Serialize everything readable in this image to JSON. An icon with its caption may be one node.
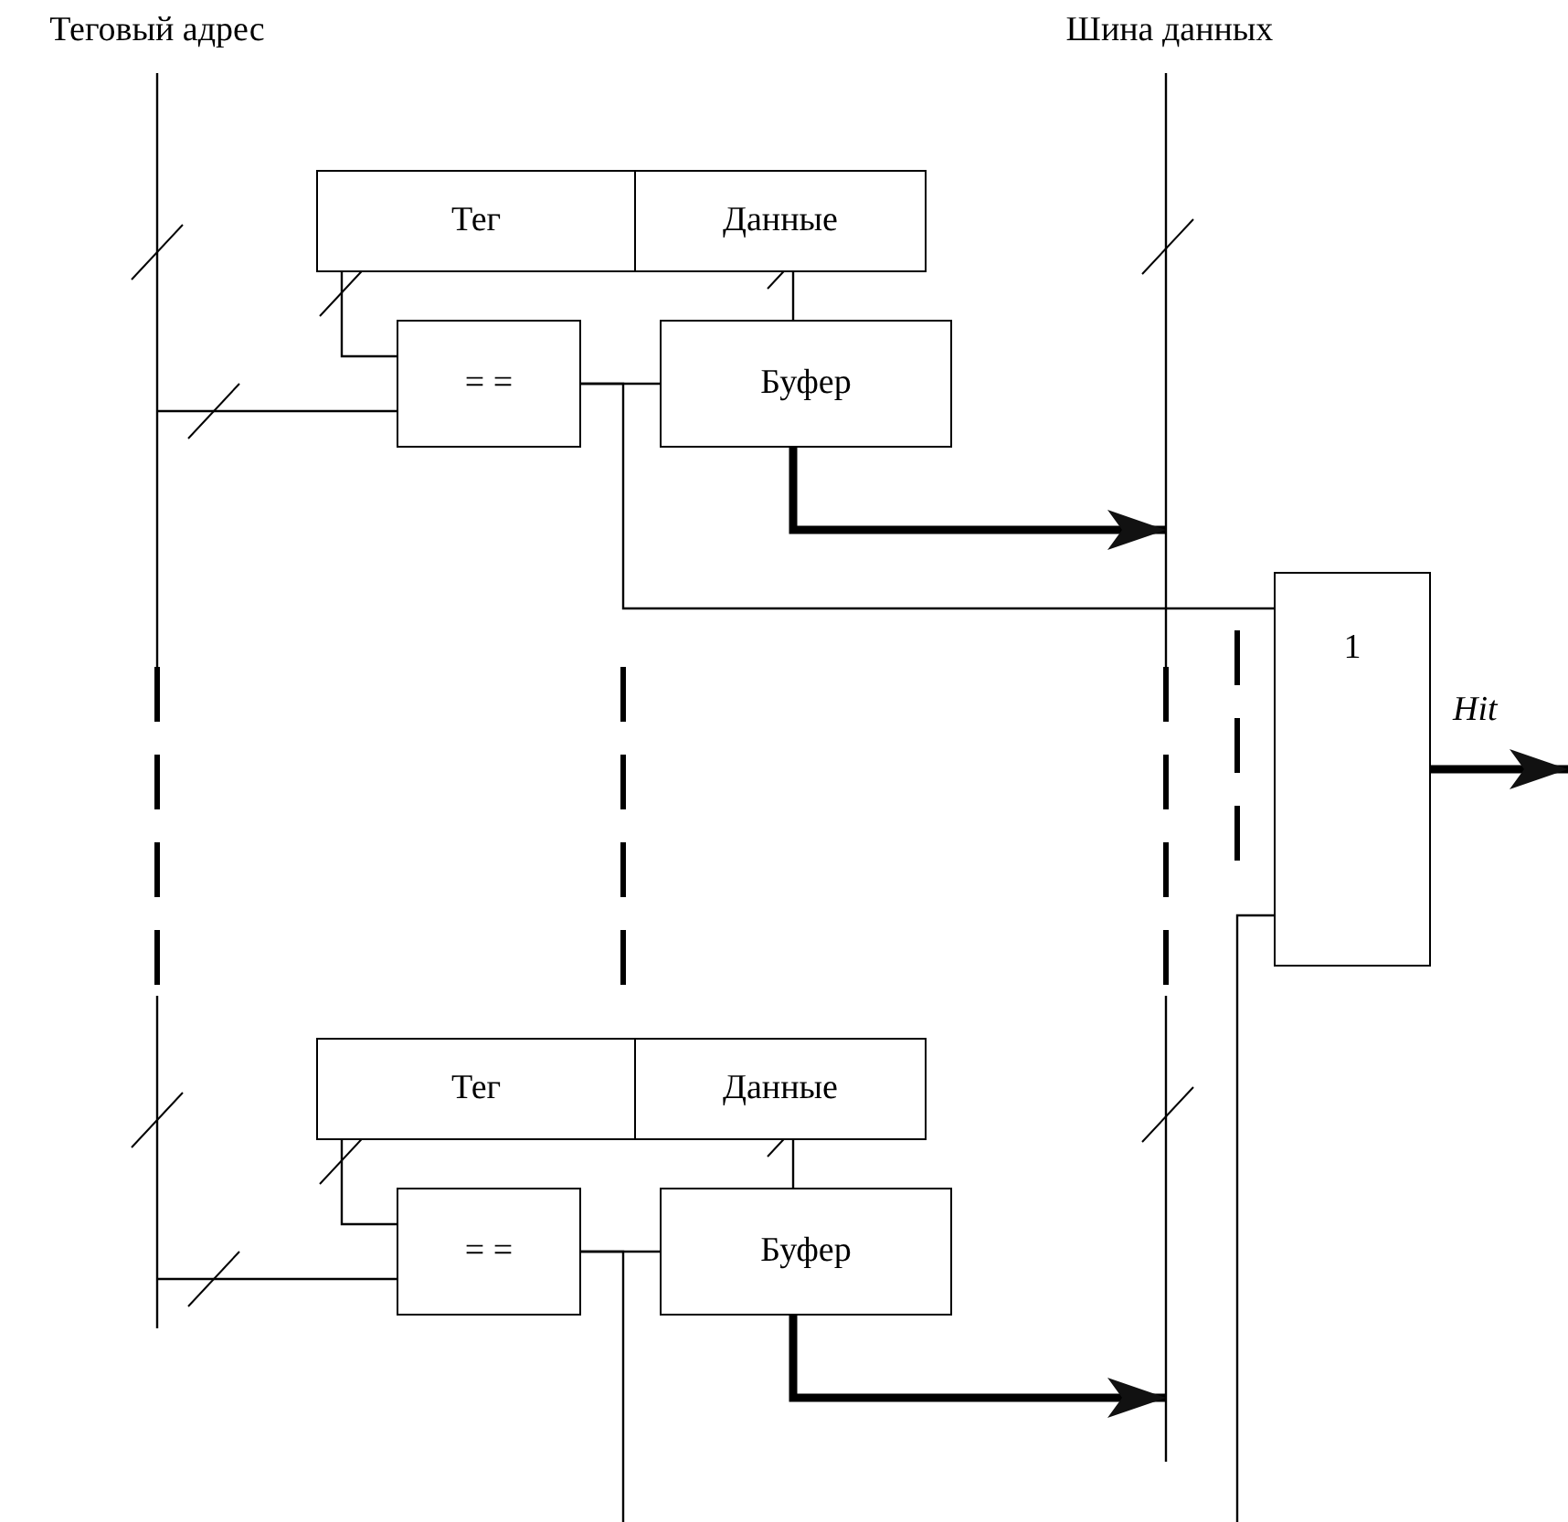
{
  "diagram": {
    "nodes": [
      {
        "text": [
          "Теговый адрес"
        ]
      },
      {
        "text": [
          "Шина данных"
        ]
      },
      {
        "text": [
          "Тег"
        ]
      },
      {
        "text": [
          "Данные"
        ]
      },
      {
        "text": [
          "= ="
        ]
      },
      {
        "text": [
          "Буфер"
        ]
      },
      {
        "text": [
          "1"
        ]
      },
      {
        "text": [
          "Тег"
        ]
      },
      {
        "text": [
          "Данные"
        ]
      },
      {
        "text": [
          "= ="
        ]
      },
      {
        "text": [
          "Буфер"
        ]
      }
    ],
    "edges": [
      {
        "from": 0,
        "to": 4,
        "arrow": "none"
      },
      {
        "from": 2,
        "to": 4,
        "arrow": "none"
      },
      {
        "from": 3,
        "to": 5,
        "arrow": "none"
      },
      {
        "from": 4,
        "to": 5,
        "arrow": "none"
      },
      {
        "from": 5,
        "to": 1,
        "arrow": "to",
        "style": "thick"
      },
      {
        "from": 4,
        "to": 6,
        "arrow": "none"
      },
      {
        "from": 0,
        "to": 9,
        "arrow": "none"
      },
      {
        "from": 7,
        "to": 9,
        "arrow": "none"
      },
      {
        "from": 8,
        "to": 10,
        "arrow": "none"
      },
      {
        "from": 9,
        "to": 10,
        "arrow": "none"
      },
      {
        "from": 10,
        "to": 1,
        "arrow": "to",
        "style": "thick"
      },
      {
        "from": 9,
        "to": null,
        "arrow": "none"
      },
      {
        "from": null,
        "to": 6,
        "arrow": "none"
      },
      {
        "from": 6,
        "to": null,
        "arrow": "to",
        "style": "thick",
        "label": "Hit"
      }
    ]
  }
}
